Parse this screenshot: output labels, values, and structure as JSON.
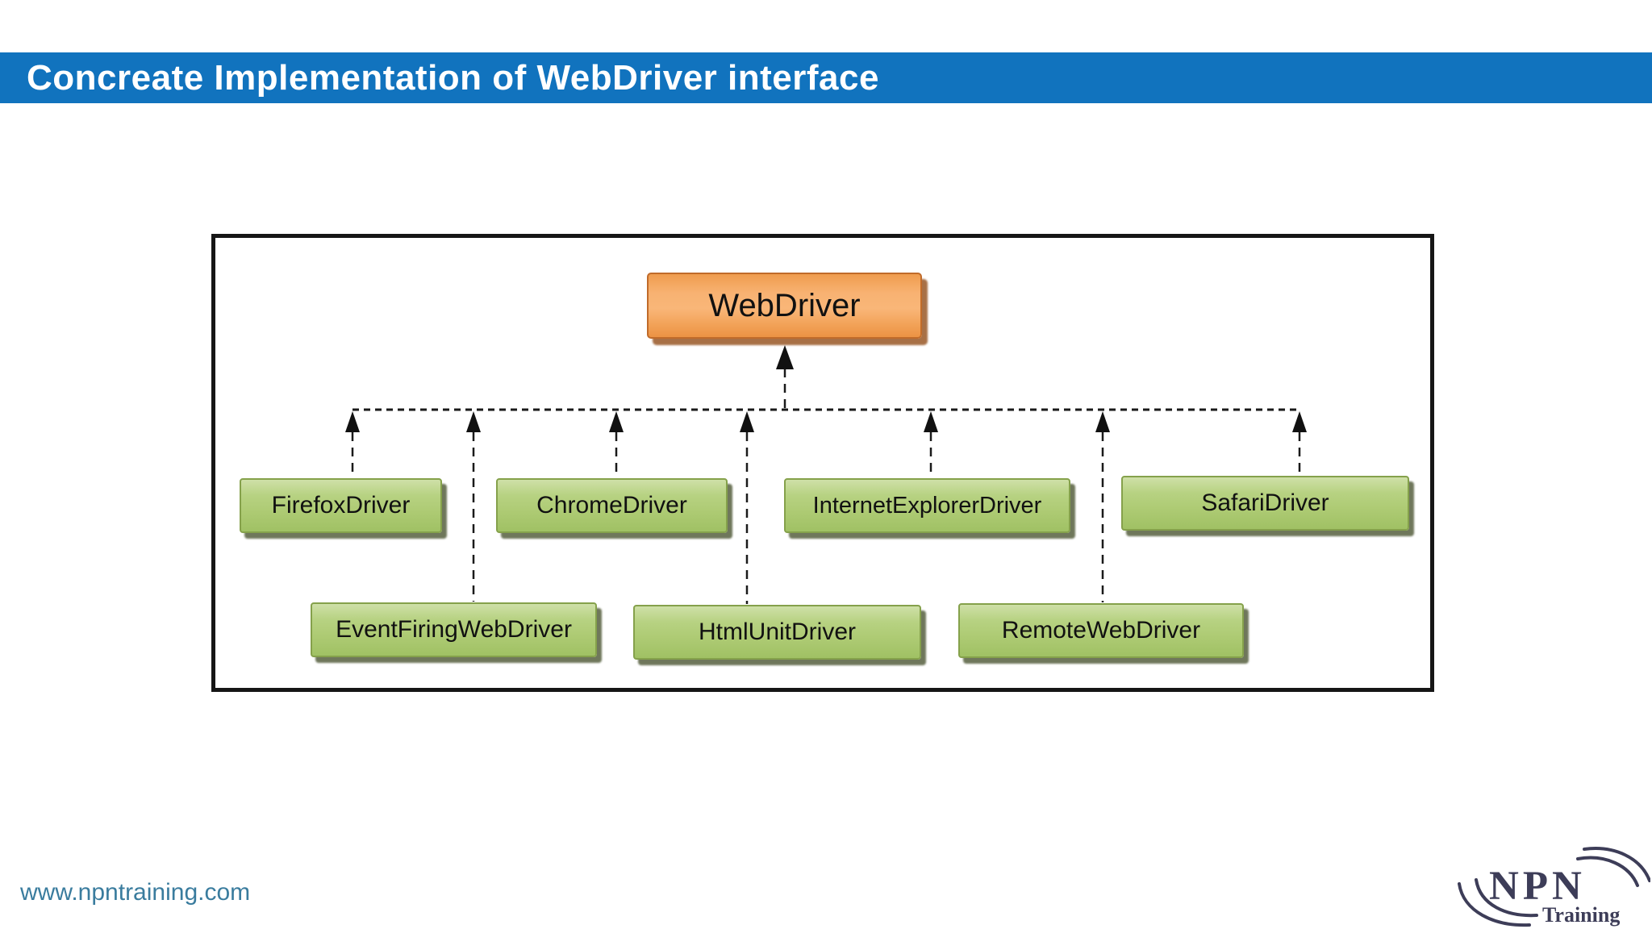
{
  "header": {
    "title": "Concreate Implementation of WebDriver interface",
    "bg_color": "#1173BE",
    "text_color": "#FFFFFF"
  },
  "diagram": {
    "root": {
      "label": "WebDriver"
    },
    "row1": [
      {
        "label": "FirefoxDriver"
      },
      {
        "label": "ChromeDriver"
      },
      {
        "label": "InternetExplorerDriver"
      },
      {
        "label": "SafariDriver"
      }
    ],
    "row2": [
      {
        "label": "EventFiringWebDriver"
      },
      {
        "label": "HtmlUnitDriver"
      },
      {
        "label": "RemoteWebDriver"
      }
    ],
    "relationship": "all child drivers point up to WebDriver via dashed arrows",
    "colors": {
      "root_fill": "#F5A95F",
      "root_border": "#C06B2A",
      "child_fill": "#AFCB74",
      "child_border": "#85A14B",
      "connector": "#1A1A1A",
      "frame_border": "#161616"
    }
  },
  "footer": {
    "website": "www.npntraining.com",
    "website_color": "#3A7C9E",
    "logo": {
      "main": "NPN",
      "sub": "Training",
      "color": "#3D3D58"
    }
  }
}
